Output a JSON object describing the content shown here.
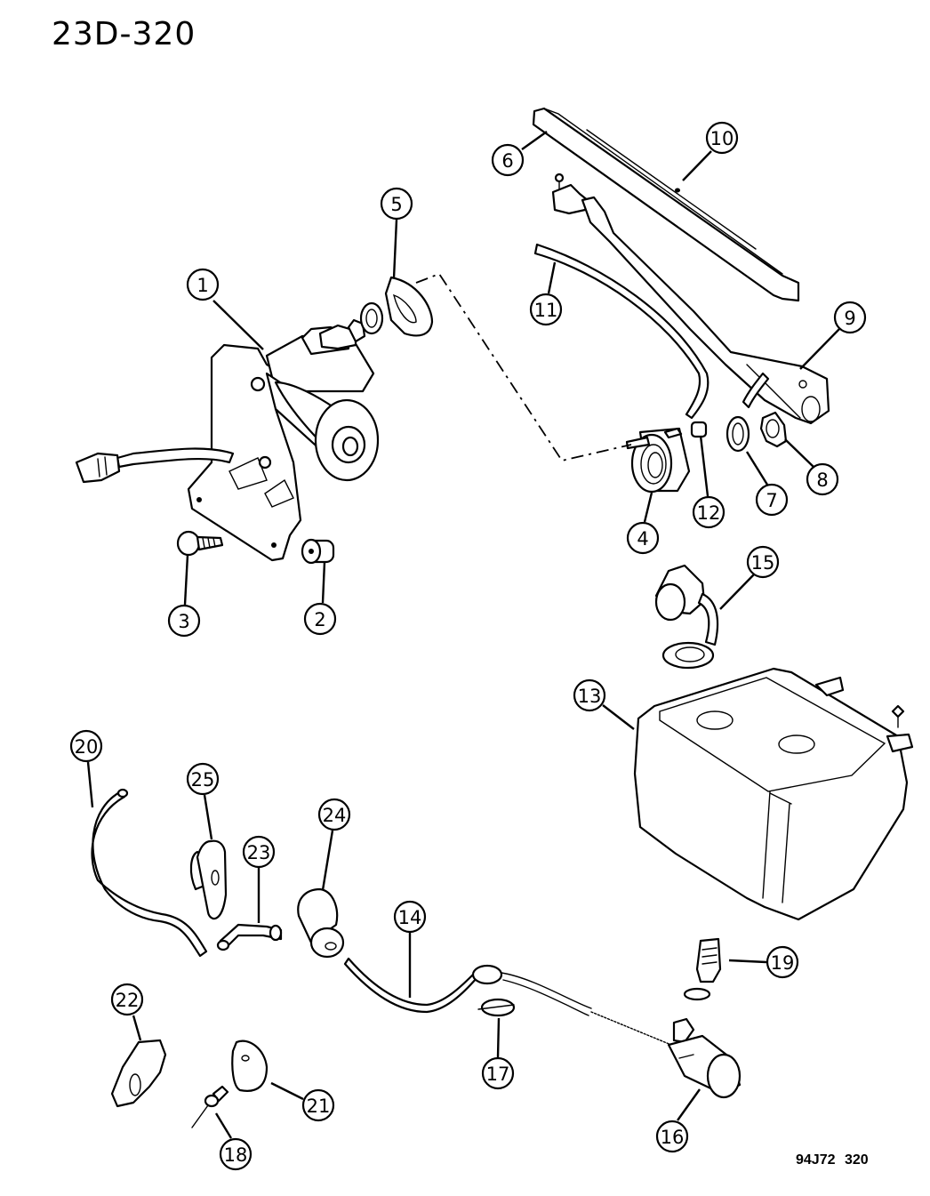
{
  "page_code": "23D-320",
  "figure_code": "94J72  320",
  "callouts": [
    {
      "id": "c1",
      "label": "1",
      "part": "wiper-motor"
    },
    {
      "id": "c2",
      "label": "2",
      "part": "motor-nut"
    },
    {
      "id": "c3",
      "label": "3",
      "part": "motor-bolt"
    },
    {
      "id": "c4",
      "label": "4",
      "part": "pivot-grommet"
    },
    {
      "id": "c5",
      "label": "5",
      "part": "seal-plate"
    },
    {
      "id": "c6",
      "label": "6",
      "part": "wiper-blade"
    },
    {
      "id": "c7",
      "label": "7",
      "part": "washer"
    },
    {
      "id": "c8",
      "label": "8",
      "part": "arm-nut"
    },
    {
      "id": "c9",
      "label": "9",
      "part": "wiper-arm"
    },
    {
      "id": "c10",
      "label": "10",
      "part": "blade-element"
    },
    {
      "id": "c11",
      "label": "11",
      "part": "washer-hose"
    },
    {
      "id": "c12",
      "label": "12",
      "part": "nozzle-cap"
    },
    {
      "id": "c13",
      "label": "13",
      "part": "washer-reservoir"
    },
    {
      "id": "c14",
      "label": "14",
      "part": "reservoir-hose"
    },
    {
      "id": "c15",
      "label": "15",
      "part": "reservoir-cap"
    },
    {
      "id": "c16",
      "label": "16",
      "part": "washer-pump"
    },
    {
      "id": "c17",
      "label": "17",
      "part": "check-valve"
    },
    {
      "id": "c18",
      "label": "18",
      "part": "rivet"
    },
    {
      "id": "c19",
      "label": "19",
      "part": "filter"
    },
    {
      "id": "c20",
      "label": "20",
      "part": "hose"
    },
    {
      "id": "c21",
      "label": "21",
      "part": "nozzle-cover"
    },
    {
      "id": "c22",
      "label": "22",
      "part": "hose-clip"
    },
    {
      "id": "c23",
      "label": "23",
      "part": "elbow-connector"
    },
    {
      "id": "c24",
      "label": "24",
      "part": "grommet"
    },
    {
      "id": "c25",
      "label": "25",
      "part": "mounting-plate"
    }
  ]
}
